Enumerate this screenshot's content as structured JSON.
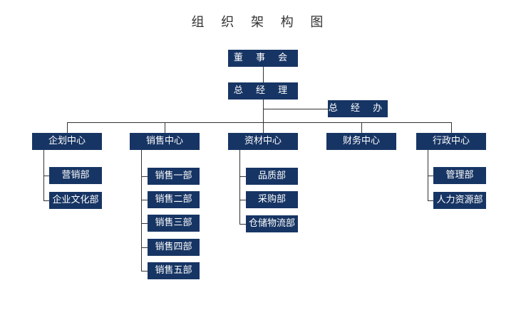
{
  "title": "组 织 架 构 图",
  "board": "董 事 会",
  "gm": "总 经 理",
  "gm_office": "总 经 办",
  "centers": [
    {
      "name": "企划中心",
      "depts": [
        "营销部",
        "企业文化部"
      ]
    },
    {
      "name": "销售中心",
      "depts": [
        "销售一部",
        "销售二部",
        "销售三部",
        "销售四部",
        "销售五部"
      ]
    },
    {
      "name": "资材中心",
      "depts": [
        "品质部",
        "采购部",
        "仓储物流部"
      ]
    },
    {
      "name": "财务中心",
      "depts": []
    },
    {
      "name": "行政中心",
      "depts": [
        "管理部",
        "人力资源部"
      ]
    }
  ],
  "colors": {
    "box": "#173564",
    "line": "#333333",
    "text": "#ffffff"
  }
}
